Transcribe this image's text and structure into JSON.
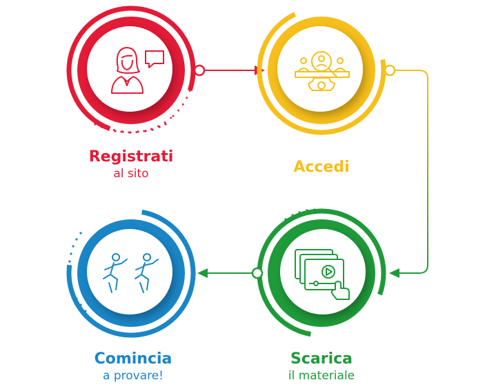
{
  "colors": {
    "red": "#e31b37",
    "yellow": "#f6bf1b",
    "green": "#1f9a3a",
    "blue": "#1a86c7"
  },
  "steps": [
    {
      "title": "Registrati",
      "subtitle": "al sito",
      "icon": "user-chat-icon",
      "color": "#e31b37"
    },
    {
      "title": "Accedi",
      "subtitle": "",
      "icon": "search-people-gear-icon",
      "color": "#f6bf1b"
    },
    {
      "title": "Scarica",
      "subtitle": "il materiale",
      "icon": "video-files-download-icon",
      "color": "#1f9a3a"
    },
    {
      "title": "Comincia",
      "subtitle": "a provare!",
      "icon": "people-running-icon",
      "color": "#1a86c7"
    }
  ]
}
